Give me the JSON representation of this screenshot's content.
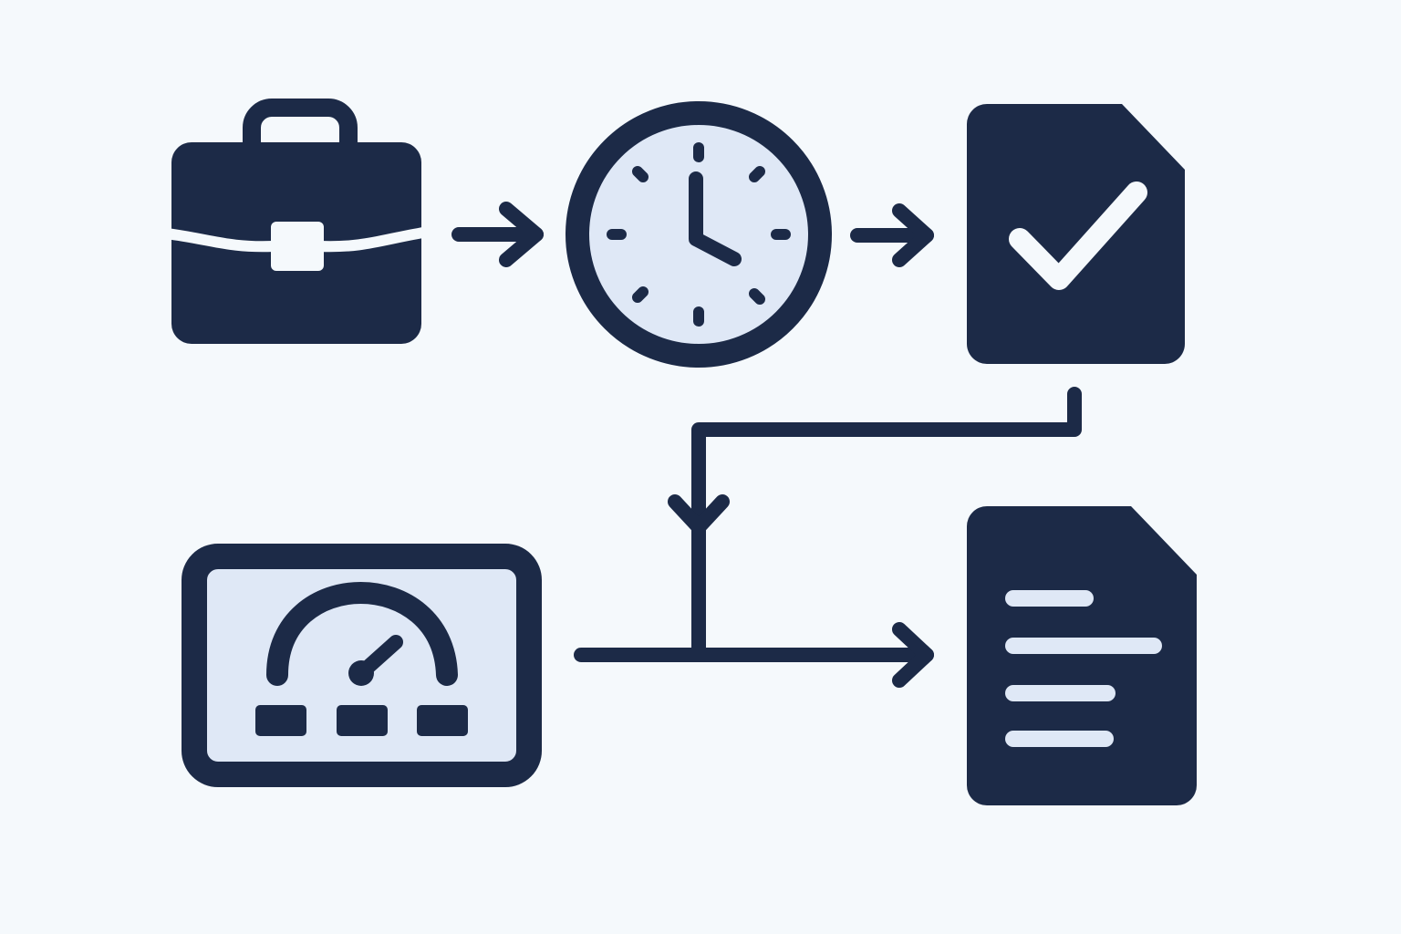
{
  "diagram": {
    "type": "icon-flow",
    "nodes": [
      {
        "id": "briefcase",
        "icon": "briefcase-icon"
      },
      {
        "id": "clock",
        "icon": "clock-icon"
      },
      {
        "id": "approved-document",
        "icon": "document-check-icon"
      },
      {
        "id": "dashboard",
        "icon": "gauge-dashboard-icon"
      },
      {
        "id": "report-document",
        "icon": "document-lines-icon"
      }
    ],
    "edges": [
      {
        "from": "briefcase",
        "to": "clock"
      },
      {
        "from": "clock",
        "to": "approved-document"
      },
      {
        "from": "approved-document",
        "to": "report-document"
      },
      {
        "from": "dashboard",
        "to": "report-document"
      }
    ]
  },
  "colors": {
    "ink": "#1c2a47",
    "fill_light": "#dfe8f6",
    "background": "#f5f9fc"
  }
}
